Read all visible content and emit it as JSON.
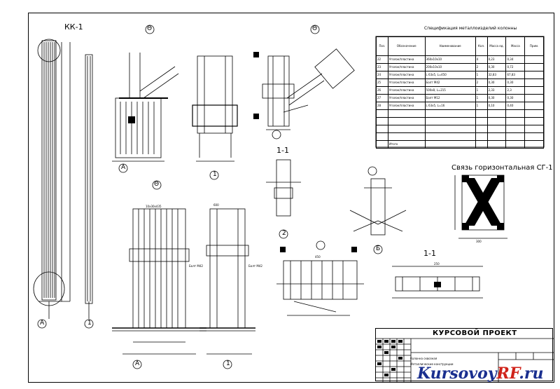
{
  "sheet": {
    "column_mark": "КК-1",
    "section_1_1_a": "1-1",
    "section_1_1_b": "1-1",
    "tie_title": "Связь горизонтальная СГ-1",
    "callouts": [
      "А",
      "1",
      "А",
      "1",
      "2",
      "Б",
      "А",
      "1"
    ],
    "circled_headers": [
      "Θ",
      "Θ",
      "Θ"
    ],
    "dim_labels": [
      "10х30х435",
      "Болт М42",
      "Болт М42",
      "300",
      "600",
      "450",
      "250"
    ]
  },
  "spec_table": {
    "title": "Спецификация металлоизделий колонны",
    "headers": [
      "Поз.",
      "Обозначение",
      "Наименование",
      "Кол.",
      "Масса ед.",
      "Масса",
      "Прим."
    ],
    "rows": [
      [
        "22",
        "Уголок/пластина",
        "360х10х10",
        "4",
        "0,23",
        "0,34",
        ""
      ],
      [
        "23",
        "Уголок/пластина",
        "200х10х10",
        "2",
        "0,30",
        "0,72",
        ""
      ],
      [
        "24",
        "Уголок/пластина",
        "L 63х5, L=450",
        "1",
        "32,83",
        "67,83",
        ""
      ],
      [
        "25",
        "Уголок/пластина",
        "Болт М42",
        "2",
        "0,30",
        "0,30",
        ""
      ],
      [
        "26",
        "Уголок/пластина",
        "500х8, L=215",
        "1",
        "2,33",
        "2,3",
        ""
      ],
      [
        "27",
        "Уголок/пластина",
        "Болт М12",
        "1",
        "0,30",
        "0,30",
        ""
      ],
      [
        "28",
        "Уголок/пластина",
        "L 63х5, L=16",
        "1",
        "0,10",
        "0,40",
        ""
      ],
      [
        "",
        "",
        "",
        "",
        "",
        "",
        ""
      ],
      [
        "",
        "",
        "",
        "",
        "",
        "",
        ""
      ],
      [
        "",
        "",
        "",
        "",
        "",
        "",
        ""
      ],
      [
        "",
        "",
        "",
        "",
        "",
        "",
        ""
      ],
      [
        "",
        "Итого",
        "",
        "",
        "",
        "",
        ""
      ]
    ]
  },
  "title_block": {
    "title": "КУРСОВОЙ ПРОЕКТ",
    "line1": "Колонна сквозная",
    "line2": "Металлические конструкции"
  },
  "watermark": {
    "part1": "Kursovoy",
    "part2": "RF",
    "part3": ".ru"
  }
}
